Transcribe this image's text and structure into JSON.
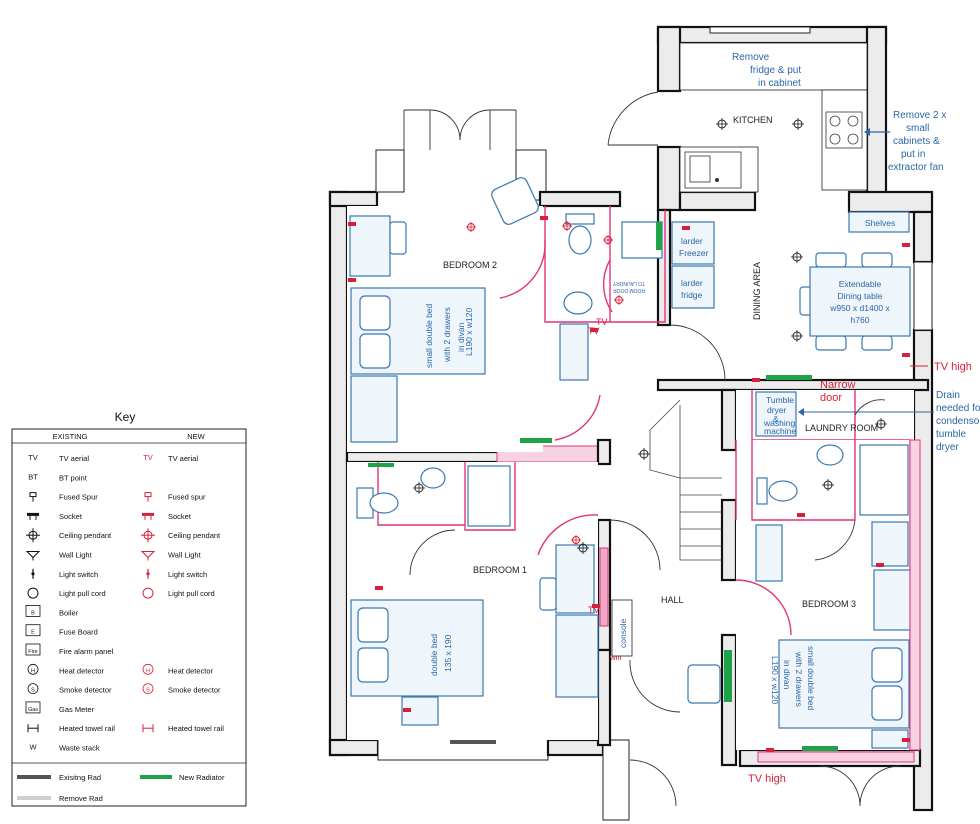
{
  "rooms": {
    "kitchen": "KITCHEN",
    "bedroom2": "BEDROOM 2",
    "bedroom1": "BEDROOM 1",
    "bedroom3": "BEDROOM 3",
    "dining": "DINING AREA",
    "laundry": "LAUNDRY ROOM",
    "hall": "HALL"
  },
  "notes": {
    "remove_fridge": [
      "Remove",
      "fridge & put",
      "in cabinet"
    ],
    "remove_cabinets": [
      "Remove 2 x",
      "small",
      "cabinets &",
      "put in",
      "extractor fan"
    ],
    "shelves": "Shelves",
    "dining_table": [
      "Extendable",
      "Dining table",
      "w950 x d1400 x",
      "h760"
    ],
    "larder_freezer": [
      "larder",
      "Freezer"
    ],
    "larder_fridge": [
      "larder",
      "fridge"
    ],
    "tumble": [
      "Tumble",
      "dryer",
      "&",
      "washing",
      "machine"
    ],
    "narrow_door": [
      "Narrow",
      "door"
    ],
    "drain": [
      "Drain",
      "needed for",
      "condensor",
      "tumble",
      "dryer"
    ],
    "tv_high_right": "TV high",
    "tv_high_bottom": "TV high",
    "bed2": [
      "small double bed",
      "with 2 drawers",
      "in divan",
      "L190 x w120"
    ],
    "bed1": [
      "double bed",
      "135 x 190"
    ],
    "bed3": [
      "small double bed",
      "with 2 drawers",
      "in divan",
      "L190 x w120"
    ],
    "console": "console",
    "wifi": "wifi",
    "tv": "TV",
    "to_laundry": [
      "TO LAUNDRY",
      "ROOM DOOR"
    ]
  },
  "key": {
    "title": "Key",
    "col_existing": "EXISTING",
    "col_new": "NEW",
    "rows": [
      {
        "sym_old": "TV",
        "label_old": "TV aerial",
        "sym_new": "TV",
        "label_new": "TV aerial"
      },
      {
        "sym_old": "BT",
        "label_old": "BT point",
        "sym_new": "",
        "label_new": ""
      },
      {
        "sym_old": "fused-spur-icon",
        "label_old": "Fused Spur",
        "sym_new": "fused-spur-icon",
        "label_new": "Fused spur"
      },
      {
        "sym_old": "socket-icon",
        "label_old": "Socket",
        "sym_new": "socket-icon",
        "label_new": "Socket"
      },
      {
        "sym_old": "ceiling-pendant-icon",
        "label_old": "Ceiling pendant",
        "sym_new": "ceiling-pendant-icon",
        "label_new": "Ceiling pendant"
      },
      {
        "sym_old": "wall-light-icon",
        "label_old": "Wall Light",
        "sym_new": "wall-light-icon",
        "label_new": "Wall Light"
      },
      {
        "sym_old": "light-switch-icon",
        "label_old": "Light switch",
        "sym_new": "light-switch-icon",
        "label_new": "Light switch"
      },
      {
        "sym_old": "light-pull-cord-icon",
        "label_old": "Light pull cord",
        "sym_new": "light-pull-cord-icon",
        "label_new": "Light pull cord"
      },
      {
        "sym_old": "B",
        "label_old": "Boiler",
        "sym_new": "",
        "label_new": ""
      },
      {
        "sym_old": "E",
        "label_old": "Fuse Board",
        "sym_new": "",
        "label_new": ""
      },
      {
        "sym_old": "Fire",
        "label_old": "Fire alarm panel",
        "sym_new": "",
        "label_new": ""
      },
      {
        "sym_old": "H",
        "label_old": "Heat detector",
        "sym_new": "H",
        "label_new": "Heat detector"
      },
      {
        "sym_old": "S",
        "label_old": "Smoke detector",
        "sym_new": "S",
        "label_new": "Smoke detector"
      },
      {
        "sym_old": "Gas",
        "label_old": "Gas Meter",
        "sym_new": "",
        "label_new": ""
      },
      {
        "sym_old": "towel-rail-icon",
        "label_old": "Heated towel rail",
        "sym_new": "towel-rail-icon",
        "label_new": "Heated towel rail"
      },
      {
        "sym_old": "W",
        "label_old": "Waste stack",
        "sym_new": "",
        "label_new": ""
      }
    ],
    "existing_rad": "Exisitng Rad",
    "new_radiator": "New Radiator",
    "remove_rad": "Remove Rad"
  },
  "colors": {
    "new_items": "#d8203a",
    "new_radiator": "#1fa34a",
    "annotation": "#2c66a8",
    "partition": "#e0357a"
  }
}
